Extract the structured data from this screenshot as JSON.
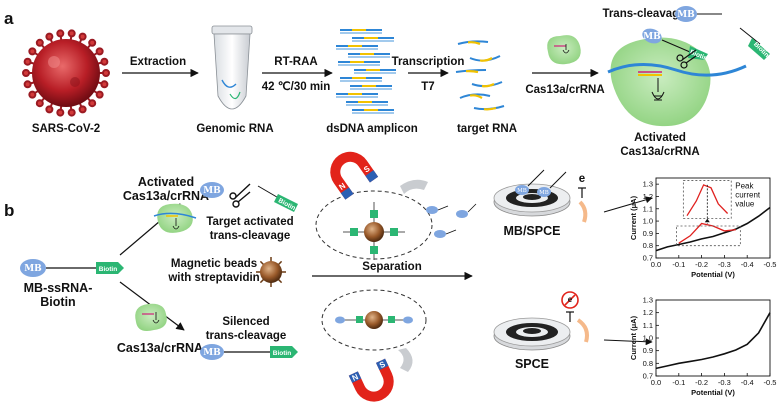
{
  "panel_a": {
    "label": "a",
    "virus": "SARS-CoV-2",
    "extraction": "Extraction",
    "genomic_rna": "Genomic RNA",
    "rt_raa": "RT-RAA",
    "rt_raa_cond": "42 ℃/30 min",
    "dsdna": "dsDNA amplicon",
    "transcription": "Transcription",
    "t7": "T7",
    "target_rna": "target RNA",
    "cas13a_crrna": "Cas13a/crRNA",
    "trans_cleavage": "Trans-cleavage",
    "activated_1": "Activated",
    "activated_2": "Cas13a/crRNA",
    "mb": "MB",
    "biotin": "Biotin"
  },
  "panel_b": {
    "label": "b",
    "probe_1": "MB-ssRNA-",
    "probe_2": "Biotin",
    "activated_1": "Activated",
    "activated_2": "Cas13a/crRNA",
    "target_1": "Target activated",
    "target_2": "trans-cleavage",
    "beads_1": "Magnetic  beads",
    "beads_2": "with streptavidin",
    "separation": "Separation",
    "silenced_1": "Silenced",
    "silenced_2": "trans-cleavage",
    "cas13a": "Cas13a/crRNA",
    "mb_spce": "MB/SPCE",
    "spce": "SPCE",
    "electron": "e",
    "mb": "MB",
    "biotin": "Biotin",
    "magnet_n": "N",
    "magnet_s": "S",
    "peak_1": "Peak",
    "peak_2": "current",
    "peak_3": "value"
  },
  "colors": {
    "mb_blue": "#7fa6e0",
    "biotin_green": "#2bb673",
    "cas_green": "#9bd58f",
    "rna_blue": "#2e86d6",
    "rna_yellow": "#f2c200",
    "curve_red": "#e0211f",
    "magnet_red": "#e2231a",
    "magnet_blue": "#2b5fb3"
  },
  "chart_data": [
    {
      "type": "line",
      "xlabel": "Potential (V)",
      "ylabel": "Current (μA)",
      "xlim": [
        0.0,
        -0.5
      ],
      "ylim": [
        0.7,
        1.35
      ],
      "xticks": [
        "0.0",
        "-0.1",
        "-0.2",
        "-0.3",
        "-0.4",
        "-0.5"
      ],
      "yticks": [
        "0.7",
        "0.8",
        "0.9",
        "1.0",
        "1.1",
        "1.2",
        "1.3"
      ],
      "annotation": "Peak current value",
      "series": [
        {
          "color": "#111111",
          "x": [
            0.0,
            -0.05,
            -0.1,
            -0.15,
            -0.2,
            -0.25,
            -0.3,
            -0.35,
            -0.4,
            -0.45,
            -0.5
          ],
          "y": [
            0.76,
            0.79,
            0.81,
            0.83,
            0.855,
            0.875,
            0.905,
            0.935,
            0.98,
            1.04,
            1.11
          ]
        },
        {
          "color": "#e0211f",
          "x": [
            -0.1,
            -0.15,
            -0.2,
            -0.25,
            -0.3,
            -0.35
          ],
          "y": [
            0.82,
            0.88,
            0.98,
            0.96,
            0.92,
            0.93
          ]
        }
      ],
      "inset": {
        "color": "#e0211f",
        "x": [
          -0.1,
          -0.15,
          -0.19,
          -0.23,
          -0.27,
          -0.32
        ],
        "y": [
          0.82,
          1.02,
          1.24,
          1.2,
          0.98,
          0.85
        ]
      }
    },
    {
      "type": "line",
      "xlabel": "Potential (V)",
      "ylabel": "Current (μA)",
      "xlim": [
        0.0,
        -0.5
      ],
      "ylim": [
        0.7,
        1.3
      ],
      "xticks": [
        "0.0",
        "-0.1",
        "-0.2",
        "-0.3",
        "-0.4",
        "-0.5"
      ],
      "yticks": [
        "0.7",
        "0.8",
        "0.9",
        "1.0",
        "1.1",
        "1.2",
        "1.3"
      ],
      "series": [
        {
          "color": "#111111",
          "x": [
            0.0,
            -0.05,
            -0.1,
            -0.15,
            -0.2,
            -0.25,
            -0.3,
            -0.35,
            -0.4,
            -0.45,
            -0.5
          ],
          "y": [
            0.76,
            0.78,
            0.8,
            0.815,
            0.83,
            0.85,
            0.875,
            0.905,
            0.95,
            1.04,
            1.2
          ]
        }
      ]
    }
  ]
}
